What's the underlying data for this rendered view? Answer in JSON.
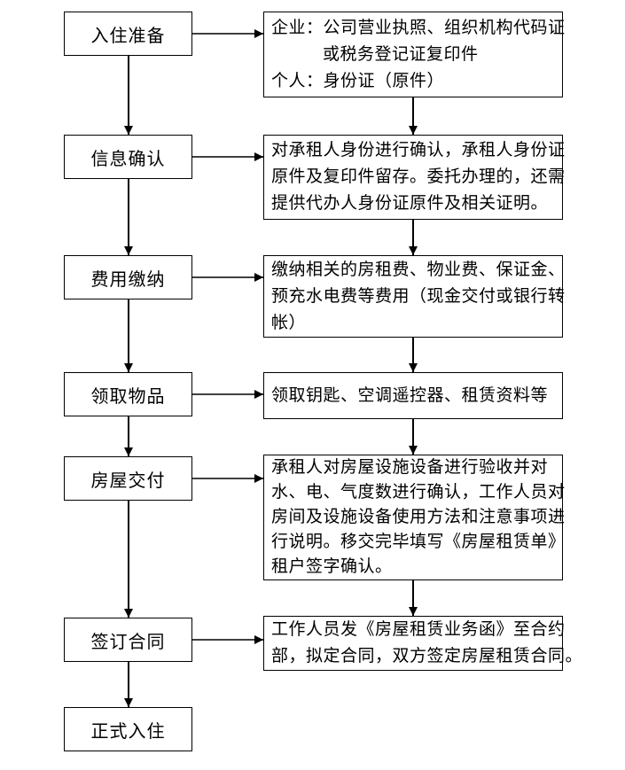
{
  "diagram": {
    "type": "flowchart",
    "steps": [
      {
        "label": "入住准备",
        "details": [
          "企业：公司营业执照、组织机构代码证",
          "或税务登记证复印件",
          "个人：身份证（原件）"
        ]
      },
      {
        "label": "信息确认",
        "details": [
          "对承租人身份进行确认，承租人身份证",
          "原件及复印件留存。委托办理的，还需",
          "提供代办人身份证原件及相关证明。"
        ]
      },
      {
        "label": "费用缴纳",
        "details": [
          "缴纳相关的房租费、物业费、保证金、",
          "预充水电费等费用（现金交付或银行转",
          "帐）"
        ]
      },
      {
        "label": "领取物品",
        "details": [
          "领取钥匙、空调遥控器、租赁资料等"
        ]
      },
      {
        "label": "房屋交付",
        "details": [
          "承租人对房屋设施设备进行验收并对",
          "水、电、气度数进行确认，工作人员对",
          "房间及设施设备使用方法和注意事项进",
          "行说明。移交完毕填写《房屋租赁单》",
          "租户签字确认。"
        ]
      },
      {
        "label": "签订合同",
        "details": [
          "工作人员发《房屋租赁业务函》至合约",
          "部，拟定合同，双方签定房屋租赁合同。"
        ]
      },
      {
        "label": "正式入住",
        "details": []
      }
    ],
    "colors": {
      "background": "#ffffff",
      "text": "#000000",
      "box_border": "#000000",
      "arrow_line": "#404040",
      "arrow_head": "#000000"
    }
  }
}
